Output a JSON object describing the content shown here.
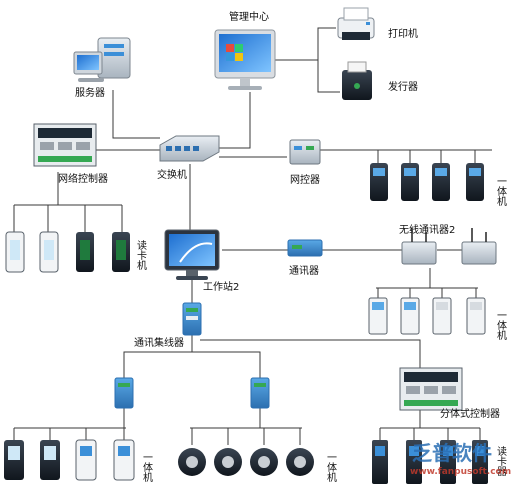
{
  "nodes": {
    "management_center": "管理中心",
    "printer": "打印机",
    "card_issuer": "发行器",
    "server": "服务器",
    "switch": "交换机",
    "network_controller": "网络控制器",
    "gateway": "网控器",
    "all_in_one_top": "一体机",
    "card_reader": "读卡机",
    "wireless_comm": "无线通讯器2",
    "communicator": "通讯器",
    "workstation": "工作站2",
    "all_in_one_mid": "一体机",
    "hub": "通讯集线器",
    "split_controller": "分体式控制器",
    "all_in_one_bottom_left": "一体机",
    "all_in_one_bottom_mid": "一体机",
    "reader_bottom_right": "读卡器"
  },
  "watermark": {
    "brand": "乏普软件",
    "url": "www.fanpusoft.com"
  },
  "colors": {
    "wire": "#3a3a3a",
    "device_dark": "#1c2430",
    "device_light": "#f2f4f6",
    "accent_blue": "#3b8fd8",
    "accent_green": "#35a853",
    "watermark": "#2a6fb5"
  }
}
